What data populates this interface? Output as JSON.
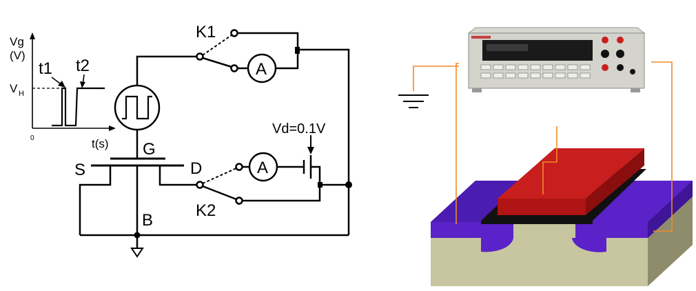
{
  "circuit": {
    "waveform": {
      "y_axis": "Vg",
      "y_unit": "(V)",
      "t1": "t1",
      "t2": "t2",
      "vh": "V",
      "vh_sub": "H",
      "origin": "0",
      "x_axis": "t(s)"
    },
    "switch_k1": "K1",
    "switch_k2": "K2",
    "ammeter_top": "A",
    "ammeter_bottom": "A",
    "gate": "G",
    "source": "S",
    "drain": "D",
    "body": "B",
    "drain_bias": "Vd=0.1V"
  },
  "device": {
    "colors": {
      "gate": "#c81e1e",
      "source_drain": "#5a22c8",
      "substrate": "#c8c6a0",
      "wires": "#f08a28"
    }
  }
}
